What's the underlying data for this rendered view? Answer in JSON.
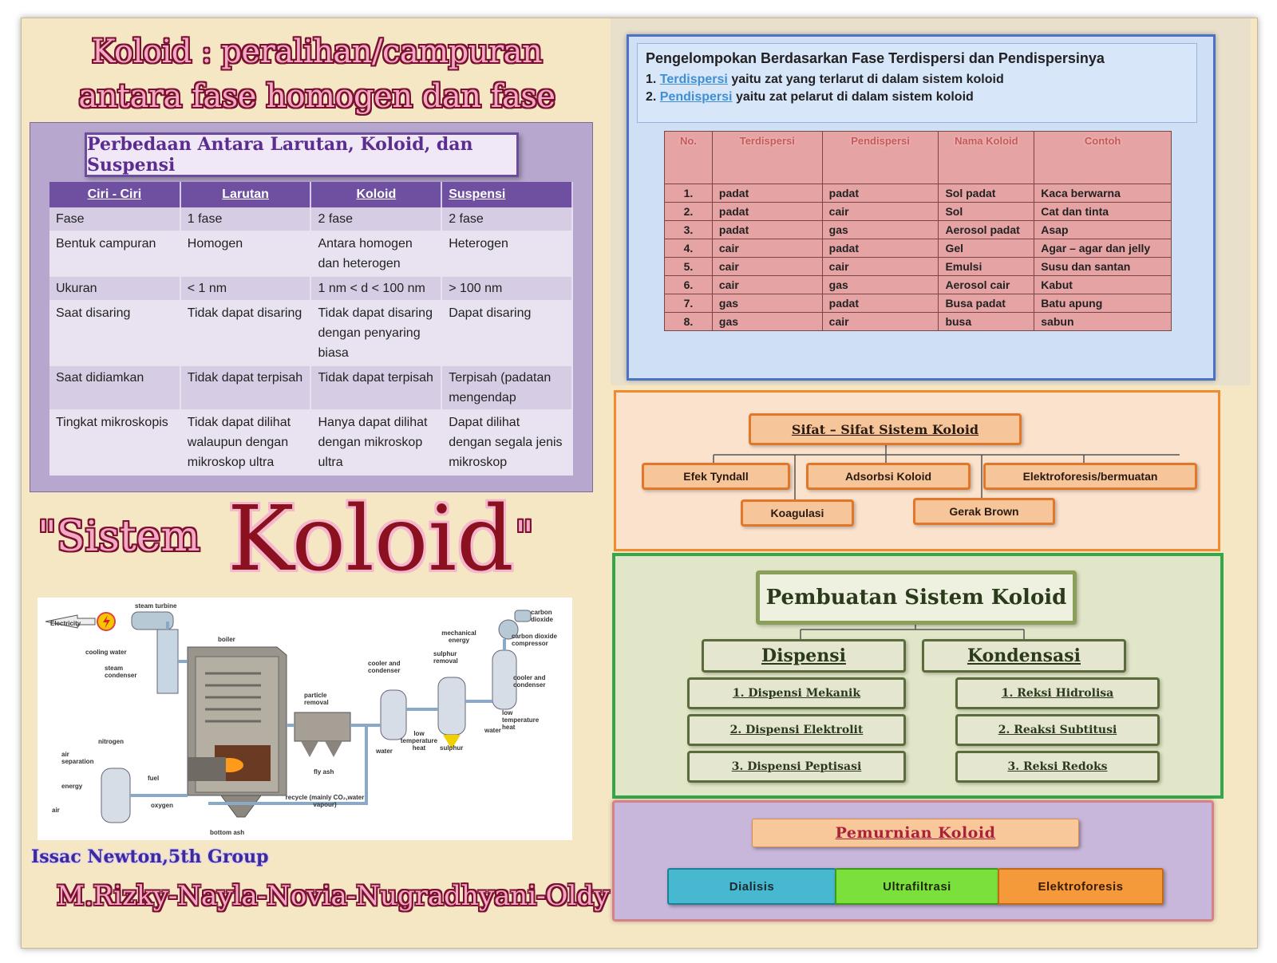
{
  "title": {
    "line1": "Koloid : peralihan/campuran",
    "line2": "antara fase homogen dan fase heterogen"
  },
  "perbedaan": {
    "title": "Perbedaan Antara Larutan, Koloid, dan Suspensi",
    "headers": [
      "Ciri - Ciri",
      "Larutan",
      "Koloid",
      "Suspensi"
    ],
    "rows": [
      [
        "Fase",
        "1 fase",
        "2 fase",
        "2 fase"
      ],
      [
        "Bentuk campuran",
        "Homogen",
        "Antara homogen dan heterogen",
        "Heterogen"
      ],
      [
        "Ukuran",
        "< 1 nm",
        "1 nm < d < 100 nm",
        "> 100 nm"
      ],
      [
        "Saat disaring",
        "Tidak dapat disaring",
        "Tidak dapat disaring dengan penyaring biasa",
        "Dapat disaring"
      ],
      [
        "Saat didiamkan",
        "Tidak dapat terpisah",
        "Tidak dapat terpisah",
        "Terpisah (padatan mengendap"
      ],
      [
        "Tingkat mikroskopis",
        "Tidak dapat dilihat walaupun dengan mikroskop ultra",
        "Hanya dapat dilihat dengan mikroskop ultra",
        "Dapat dilihat dengan segala jenis mikroskop"
      ]
    ]
  },
  "headline": {
    "part1": "\"Sistem",
    "part2": "Koloid",
    "part3": "\""
  },
  "diagram": {
    "labels": {
      "electricity": "Electricity",
      "steam_turbine": "steam turbine",
      "boiler": "boiler",
      "cooling_water": "cooling water",
      "steam_condenser": "steam condenser",
      "nitrogen": "nitrogen",
      "air_separation": "air separation",
      "energy": "energy",
      "air": "air",
      "fuel": "fuel",
      "oxygen": "oxygen",
      "bottom_ash": "bottom ash",
      "fly_ash": "fly ash",
      "particle_removal": "particle removal",
      "recycle": "recycle (mainly CO₂,water vapour)",
      "cooler_condenser_1": "cooler and condenser",
      "water_1": "water",
      "low_temp_heat_1": "low temperature heat",
      "sulphur_removal": "sulphur removal",
      "sulphur": "sulphur",
      "mechanical_energy": "mechanical energy",
      "carbon_dioxide": "carbon dioxide",
      "co2_compressor": "carbon dioxide compressor",
      "cooler_condenser_2": "cooler and condenser",
      "low_temp_heat_2": "low temperature heat",
      "water_2": "water"
    }
  },
  "credits": {
    "group": "Issac Newton,5th Group",
    "names": "M.Rizky-Nayla-Novia-Nugradhyani-Oldy"
  },
  "pengelompokan": {
    "title": "Pengelompokan Berdasarkan Fase Terdispersi dan Pendispersinya",
    "item1_num": "1.",
    "item1_key": "Terdispersi",
    "item1_rest": " yaitu zat yang terlarut di dalam sistem koloid",
    "item2_num": "2.",
    "item2_key": "Pendispersi",
    "item2_rest": " yaitu zat pelarut di dalam sistem koloid",
    "headers": [
      "No.",
      "Terdispersi",
      "Pendispersi",
      "Nama Koloid",
      "Contoh"
    ],
    "rows": [
      [
        "1.",
        "padat",
        "padat",
        "Sol padat",
        "Kaca berwarna"
      ],
      [
        "2.",
        "padat",
        "cair",
        "Sol",
        "Cat dan tinta"
      ],
      [
        "3.",
        "padat",
        "gas",
        "Aerosol padat",
        "Asap"
      ],
      [
        "4.",
        "cair",
        "padat",
        "Gel",
        "Agar – agar dan jelly"
      ],
      [
        "5.",
        "cair",
        "cair",
        "Emulsi",
        "Susu dan santan"
      ],
      [
        "6.",
        "cair",
        "gas",
        "Aerosol cair",
        "Kabut"
      ],
      [
        "7.",
        "gas",
        "padat",
        "Busa padat",
        "Batu apung"
      ],
      [
        "8.",
        "gas",
        "cair",
        "busa",
        "sabun"
      ]
    ]
  },
  "sifat": {
    "title": "Sifat – Sifat Sistem Koloid",
    "items": [
      "Efek Tyndall",
      "Adsorbsi Koloid",
      "Elektroforesis/bermuatan",
      "Koagulasi",
      "Gerak Brown"
    ]
  },
  "pembuatan": {
    "title": "Pembuatan Sistem Koloid",
    "dispensi": {
      "label": "Dispensi",
      "items": [
        "1. Dispensi Mekanik",
        "2. Dispensi Elektrolit",
        "3. Dispensi Peptisasi"
      ]
    },
    "kondensasi": {
      "label": "Kondensasi",
      "items": [
        "1. Reksi Hidrolisa",
        "2. Reaksi Subtitusi",
        "3.  Reksi Redoks"
      ]
    }
  },
  "pemurnian": {
    "title": "Pemurnian Koloid",
    "items": [
      "Dialisis",
      "Ultrafiltrasi",
      "Elektroforesis"
    ]
  }
}
